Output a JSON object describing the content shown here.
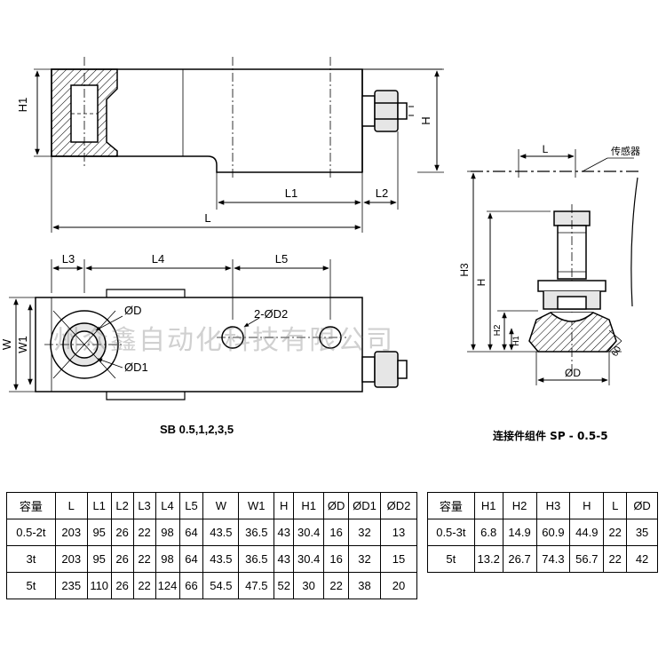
{
  "labels": {
    "side_H1": "H1",
    "side_H": "H",
    "side_L1": "L1",
    "side_L2": "L2",
    "side_L": "L",
    "top_L3": "L3",
    "top_L4": "L4",
    "top_L5": "L5",
    "top_W": "W",
    "top_W1": "W1",
    "top_OD": "ØD",
    "top_2OD2": "2-ØD2",
    "top_OD1": "ØD1",
    "sp_L": "L",
    "sp_sensor": "传感器",
    "sp_H3": "H3",
    "sp_H": "H",
    "sp_H2": "H2",
    "sp_H1": "H1",
    "sp_angle": "60",
    "sp_OD": "ØD"
  },
  "captions": {
    "left": "SB 0.5,1,2,3,5",
    "right": "连接件组件 SP - 0.5-5"
  },
  "watermark": "州众鑫自动化科技有限公司",
  "table1": {
    "headers": [
      "容量",
      "L",
      "L1",
      "L2",
      "L3",
      "L4",
      "L5",
      "W",
      "W1",
      "H",
      "H1",
      "ØD",
      "ØD1",
      "ØD2"
    ],
    "rows": [
      [
        "0.5-2t",
        "203",
        "95",
        "26",
        "22",
        "98",
        "64",
        "43.5",
        "36.5",
        "43",
        "30.4",
        "16",
        "32",
        "13"
      ],
      [
        "3t",
        "203",
        "95",
        "26",
        "22",
        "98",
        "64",
        "43.5",
        "36.5",
        "43",
        "30.4",
        "16",
        "32",
        "15"
      ],
      [
        "5t",
        "235",
        "110",
        "26",
        "22",
        "124",
        "66",
        "54.5",
        "47.5",
        "52",
        "30",
        "22",
        "38",
        "20"
      ]
    ]
  },
  "table2": {
    "headers": [
      "容量",
      "H1",
      "H2",
      "H3",
      "H",
      "L",
      "ØD"
    ],
    "rows": [
      [
        "0.5-3t",
        "6.8",
        "14.9",
        "60.9",
        "44.9",
        "22",
        "35"
      ],
      [
        "5t",
        "13.2",
        "26.7",
        "74.3",
        "56.7",
        "22",
        "42"
      ]
    ]
  }
}
